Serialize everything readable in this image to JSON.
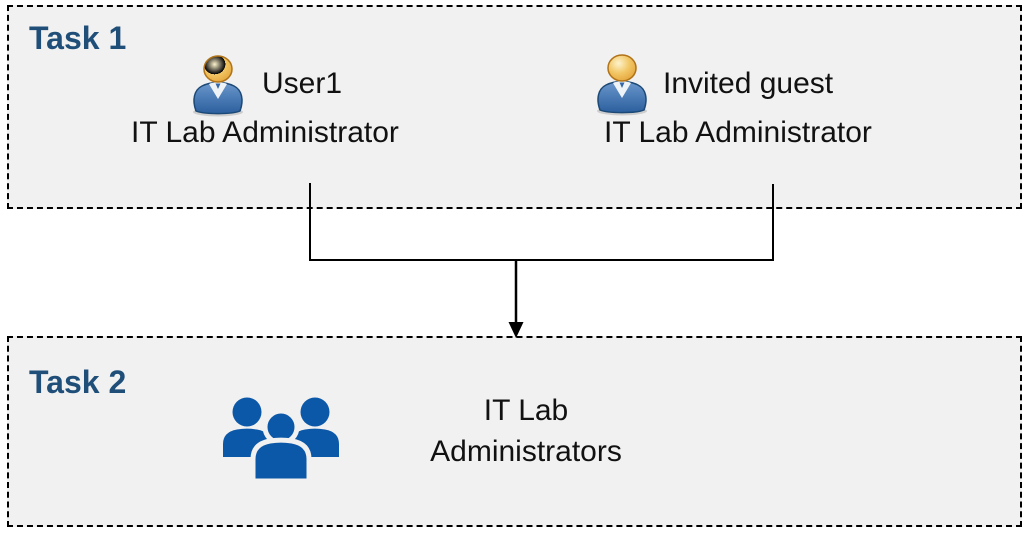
{
  "diagram": {
    "task1": {
      "label": "Task 1",
      "people": [
        {
          "name": "User1",
          "role": "IT Lab Administrator",
          "icon": "person-icon"
        },
        {
          "name": "Invited guest",
          "role": "IT Lab Administrator",
          "icon": "person-icon"
        }
      ]
    },
    "task2": {
      "label": "Task 2",
      "group": {
        "icon": "people-group-icon",
        "name_line1": "IT Lab",
        "name_line2": "Administrators"
      }
    },
    "relationship": "two-users-merge-arrow-into-group"
  },
  "colors": {
    "box_fill": "#f1f1f1",
    "box_border": "#000000",
    "task_label": "#1f4e79",
    "text": "#111111",
    "group_icon_blue": "#0b57a8",
    "connector": "#000000",
    "person_head_gold": "#e8a93e",
    "person_body_blue": "#33669f"
  }
}
